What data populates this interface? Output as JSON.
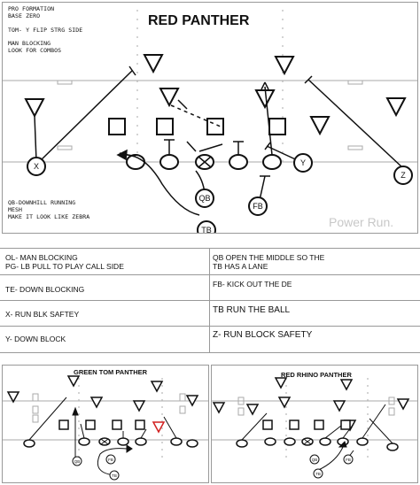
{
  "main": {
    "title": "RED PANTHER",
    "info_lines": [
      "PRO FORMATION",
      "BASE ZERO",
      "",
      "TOM- Y FLIP STRG SIDE"
    ],
    "blocking_lines": [
      "MAN BLOCKING",
      "LOOK FOR COMBOS"
    ],
    "qb_lines": [
      "QB-DOWNHILL RUNNING",
      "MESH",
      "MAKE IT LOOK LIKE ZEBRA"
    ],
    "watermark": "Power Run.",
    "player_labels": {
      "x": "X",
      "y": "Y",
      "z": "Z",
      "qb": "QB",
      "fb": "FB",
      "tb": "TB"
    }
  },
  "notes": {
    "left": [
      "OL- MAN BLOCKING",
      "PG- LB PULL TO PLAY CALL SIDE",
      "TE- DOWN BLOCKING",
      "X- RUN BLK SAFTEY",
      "Y- DOWN BLOCK"
    ],
    "right": [
      "QB OPEN THE MIDDLE SO THE",
      "TB HAS A LANE",
      "FB- KICK OUT THE DE",
      "TB RUN THE BALL",
      "Z- RUN BLOCK SAFETY"
    ]
  },
  "bottom": {
    "left_title": "GREEN TOM PANTHER",
    "right_title": "RED RHINO PANTHER",
    "left_labels": {
      "qb": "QB",
      "fb": "FB",
      "tb": "TB"
    },
    "right_labels": {
      "qb": "QB",
      "fb": "FB",
      "tb": "TB"
    }
  },
  "colors": {
    "ink": "#111111",
    "grid": "#999999",
    "watermark": "#c8c8c8",
    "accent": "#d22020"
  }
}
